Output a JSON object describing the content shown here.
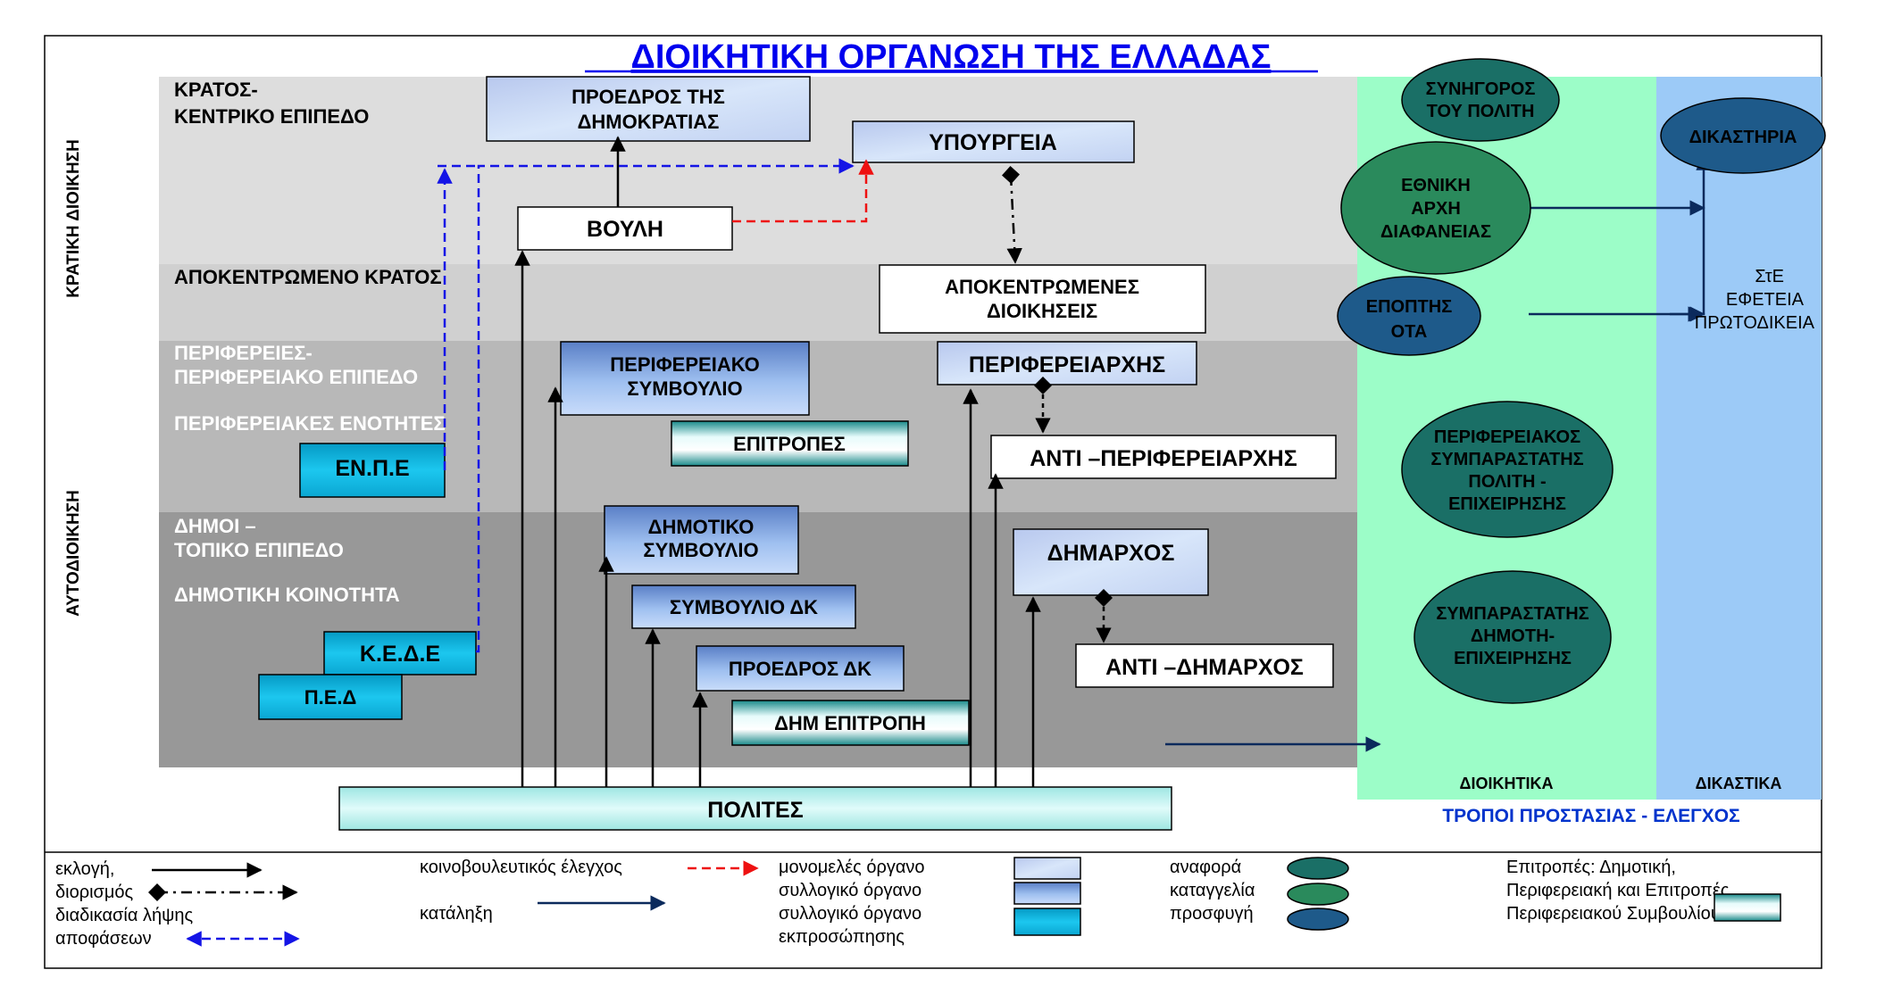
{
  "title": "ΔΙΟΙΚΗΤΙΚΗ ΟΡΓΑΝΩΣΗ ΤΗΣ ΕΛΛΑΔΑΣ",
  "side_labels": {
    "state": "ΚΡΑΤΙΚΗ ΔΙΟΙΚΗΣΗ",
    "self_gov": "ΑΥΤΟΔΙΟΙΚΗΣΗ"
  },
  "levels": {
    "central": [
      "ΚΡΑΤΟΣ-",
      "ΚΕΝΤΡΙΚΟ ΕΠΙΠΕΔΟ"
    ],
    "decentralized": "ΑΠΟΚΕΝΤΡΩΜΕΝΟ ΚΡΑΤΟΣ",
    "regions": [
      "ΠΕΡΙΦΕΡΕΙΕΣ-",
      "ΠΕΡΙΦΕΡΕΙΑΚΟ ΕΠΙΠΕΔΟ"
    ],
    "regional_units": "ΠΕΡΙΦΕΡΕΙΑΚΕΣ ΕΝΟΤΗΤΕΣ",
    "municipalities": [
      "ΔΗΜΟΙ –",
      "ΤΟΠΙΚΟ ΕΠΙΠΕΔΟ"
    ],
    "community": "ΔΗΜΟΤΙΚΗ ΚΟΙΝΟΤΗΤΑ"
  },
  "boxes": {
    "president": [
      "ΠΡΟΕΔΡΟΣ  ΤΗΣ",
      "ΔΗΜΟΚΡΑΤΙΑΣ"
    ],
    "ministries": "ΥΠΟΥΡΓΕΙΑ",
    "parliament": "ΒΟΥΛΗ",
    "decentralized_admin": [
      "ΑΠΟΚΕΝΤΡΩΜΕΝΕΣ",
      "ΔΙΟΙΚΗΣΕΙΣ"
    ],
    "regional_council": [
      "ΠΕΡΙΦΕΡΕΙΑΚΟ",
      "ΣΥΜΒΟΥΛΙΟ"
    ],
    "regional_governor": "ΠΕΡΙΦΕΡΕΙΑΡΧΗΣ",
    "committees": "ΕΠΙΤΡΟΠΕΣ",
    "deputy_governor": "ΑΝΤΙ –ΠΕΡΙΦΕΡΕΙΑΡΧΗΣ",
    "enpe": "ΕΝ.Π.Ε",
    "municipal_council": [
      "ΔΗΜΟΤΙΚΟ",
      "ΣΥΜΒΟΥΛΙΟ"
    ],
    "mayor": "ΔΗΜΑΡΧΟΣ",
    "community_council": "ΣΥΜΒΟΥΛΙΟ ΔΚ",
    "deputy_mayor": "ΑΝΤΙ –ΔΗΜΑΡΧΟΣ",
    "community_president": "ΠΡΟΕΔΡΟΣ ΔΚ",
    "kede": "Κ.Ε.Δ.Ε",
    "municipal_committee": "ΔΗΜ ΕΠΙΤΡΟΠΗ",
    "ped": "Π.Ε.Δ",
    "citizens": "ΠΟΛΙΤΕΣ"
  },
  "oversight": {
    "ombudsman": [
      "ΣΥΝΗΓΟΡΟΣ",
      "ΤΟΥ  ΠΟΛΙΤΗ"
    ],
    "transparency": [
      "ΕΘΝΙΚΗ",
      "ΑΡΧΗ",
      "ΔΙΑΦΑΝΕΙΑΣ"
    ],
    "ota_supervisor": [
      "ΕΠΟΠΤΗΣ",
      "ΟΤΑ"
    ],
    "regional_mediator": [
      "ΠΕΡΙΦΕΡΕΙΑΚΟΣ",
      "ΣΥΜΠΑΡΑΣΤΑΤΗΣ",
      "ΠΟΛΙΤΗ -",
      "ΕΠΙΧΕΙΡΗΣΗΣ"
    ],
    "municipal_mediator": [
      "ΣΥΜΠΑΡΑΣΤΑΤΗΣ",
      "ΔΗΜΟΤΗ-",
      "ΕΠΙΧΕΙΡΗΣΗΣ"
    ],
    "courts": "ΔΙΚΑΣΤΗΡΙΑ",
    "courts_list": [
      "ΣτΕ",
      "ΕΦΕΤΕΙΑ",
      "ΠΡΩΤΟΔΙΚΕΙΑ"
    ],
    "administrative_col": "ΔΙΟΙΚΗΤΙΚΑ",
    "judicial_col": "ΔΙΚΑΣΤΙΚΑ",
    "footer": "ΤΡΟΠΟΙ ΠΡΟΣΤΑΣΙΑΣ - ΕΛΕΓΧΟΣ"
  },
  "legend": {
    "election_lines": [
      "εκλογή,",
      "διορισμός",
      "διαδικασία λήψης",
      "αποφάσεων"
    ],
    "parliamentary_control": "κοινοβουλευτικός έλεγχος",
    "conclusion": "κατάληξη",
    "box_types": [
      "μονομελές  όργανο",
      "συλλογικό όργανο",
      "συλλογικό όργανο",
      "εκπροσώπησης"
    ],
    "oval_types": [
      "αναφορά",
      "καταγγελία",
      "προσφυγή"
    ],
    "committees_lines": [
      "Επιτροπές: Δημοτική,",
      "Περιφερειακή και Επιτροπές",
      "Περιφερειακού Συμβουλίου"
    ]
  },
  "colors": {
    "title": "#0000ee",
    "band_central": "#dddddd",
    "band_decentralized": "#d0d0d0",
    "band_regions": "#b8b8b8",
    "band_municipal": "#989898",
    "admin_column": "#9cfdc8",
    "judicial_column": "#9ccaf7",
    "oval_dark_teal": "#1a6f66",
    "oval_green": "#2a8a5c",
    "oval_blue": "#1e5a8a",
    "arrow_navy": "#0b2a5c",
    "dashed_blue": "#1414e6",
    "dashed_red": "#ee1111",
    "footer_blue": "#0033cc"
  }
}
